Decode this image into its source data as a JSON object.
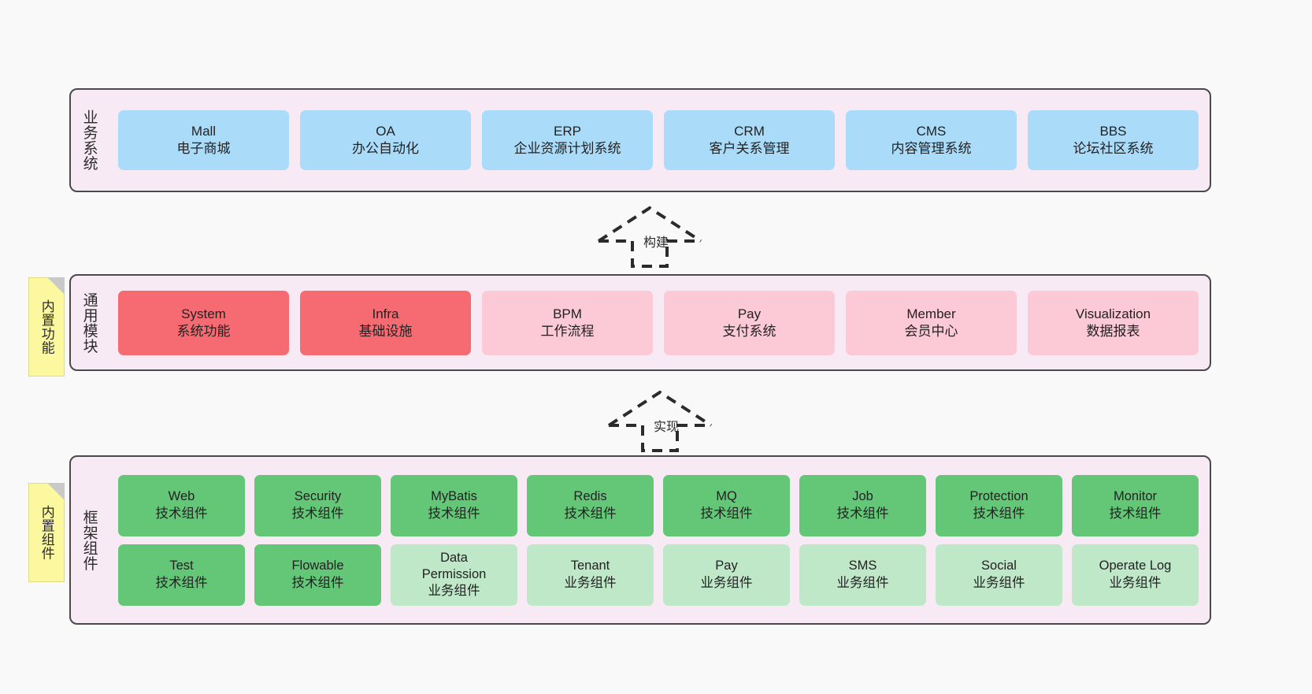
{
  "diagram": {
    "background": "#f9f9f9",
    "panel_bg": "#f7eaf5",
    "panel_border": "#4a4a4a"
  },
  "layers": [
    {
      "id": "business-systems",
      "title": "业务系统",
      "node_color": "#aadcfa",
      "nodes": [
        {
          "en": "Mall",
          "cn": "电子商城"
        },
        {
          "en": "OA",
          "cn": "办公自动化"
        },
        {
          "en": "ERP",
          "cn": "企业资源计划系统"
        },
        {
          "en": "CRM",
          "cn": "客户关系管理"
        },
        {
          "en": "CMS",
          "cn": "内容管理系统"
        },
        {
          "en": "BBS",
          "cn": "论坛社区系统"
        }
      ]
    },
    {
      "id": "common-modules",
      "title": "通用模块",
      "note": "内置功能",
      "note_color": "#fbf8a0",
      "core_color": "#f66a72",
      "light_color": "#fcc9d6",
      "nodes": [
        {
          "en": "System",
          "cn": "系统功能",
          "style": "core"
        },
        {
          "en": "Infra",
          "cn": "基础设施",
          "style": "core"
        },
        {
          "en": "BPM",
          "cn": "工作流程",
          "style": "light"
        },
        {
          "en": "Pay",
          "cn": "支付系统",
          "style": "light"
        },
        {
          "en": "Member",
          "cn": "会员中心",
          "style": "light"
        },
        {
          "en": "Visualization",
          "cn": "数据报表",
          "style": "light"
        }
      ]
    },
    {
      "id": "framework-components",
      "title": "框架组件",
      "note": "内置组件",
      "note_color": "#fbf8a0",
      "tech_color": "#63c777",
      "biz_color": "#bfe8c8",
      "rows": [
        [
          {
            "en": "Web",
            "cn": "技术组件",
            "style": "tech"
          },
          {
            "en": "Security",
            "cn": "技术组件",
            "style": "tech"
          },
          {
            "en": "MyBatis",
            "cn": "技术组件",
            "style": "tech"
          },
          {
            "en": "Redis",
            "cn": "技术组件",
            "style": "tech"
          },
          {
            "en": "MQ",
            "cn": "技术组件",
            "style": "tech"
          },
          {
            "en": "Job",
            "cn": "技术组件",
            "style": "tech"
          },
          {
            "en": "Protection",
            "cn": "技术组件",
            "style": "tech"
          },
          {
            "en": "Monitor",
            "cn": "技术组件",
            "style": "tech"
          }
        ],
        [
          {
            "en": "Test",
            "cn": "技术组件",
            "style": "tech"
          },
          {
            "en": "Flowable",
            "cn": "技术组件",
            "style": "tech"
          },
          {
            "en": "Data Permission",
            "cn": "业务组件",
            "style": "biz"
          },
          {
            "en": "Tenant",
            "cn": "业务组件",
            "style": "biz"
          },
          {
            "en": "Pay",
            "cn": "业务组件",
            "style": "biz"
          },
          {
            "en": "SMS",
            "cn": "业务组件",
            "style": "biz"
          },
          {
            "en": "Social",
            "cn": "业务组件",
            "style": "biz"
          },
          {
            "en": "Operate Log",
            "cn": "业务组件",
            "style": "biz"
          }
        ]
      ]
    }
  ],
  "arrows": [
    {
      "id": "build-arrow",
      "label": "构建",
      "direction": "up",
      "style": "dashed-hollow"
    },
    {
      "id": "implement-arrow",
      "label": "实现",
      "direction": "up",
      "style": "dashed-hollow"
    }
  ]
}
